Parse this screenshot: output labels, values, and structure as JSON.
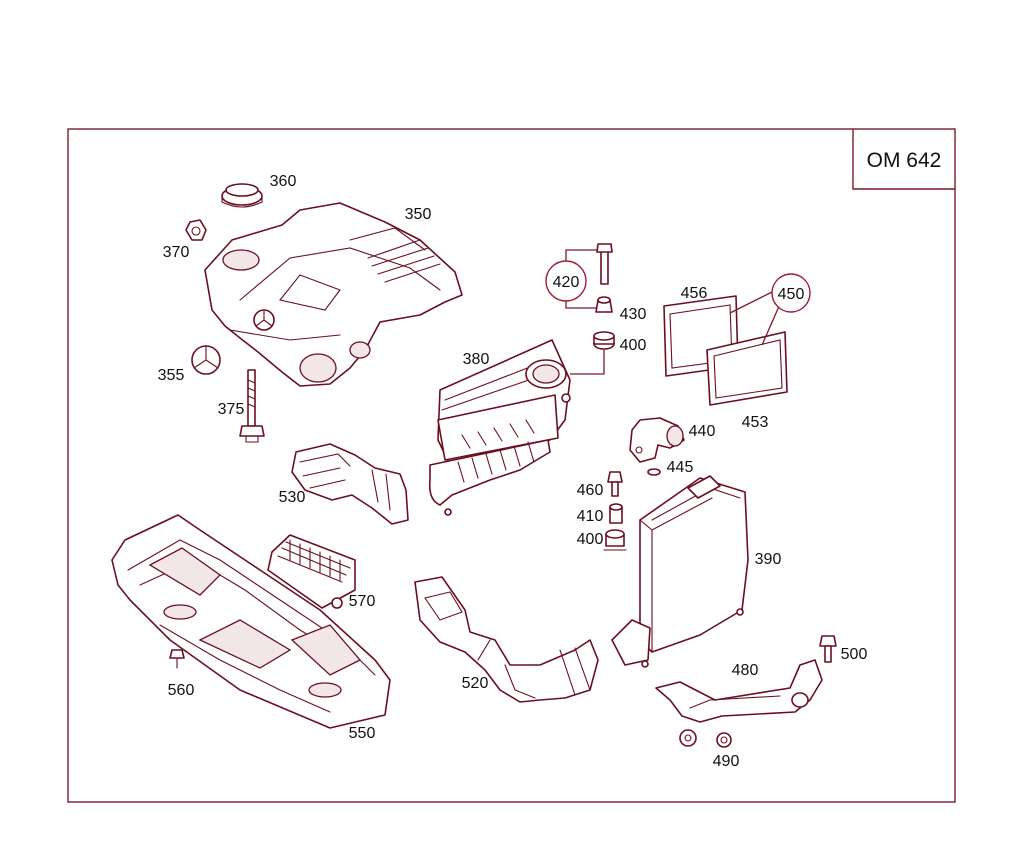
{
  "engine_code": "OM 642",
  "callouts": {
    "p350": "350",
    "p355": "355",
    "p360": "360",
    "p370": "370",
    "p375": "375",
    "p380": "380",
    "p390": "390",
    "p400a": "400",
    "p400b": "400",
    "p410": "410",
    "p420": "420",
    "p430": "430",
    "p440": "440",
    "p445": "445",
    "p450": "450",
    "p453": "453",
    "p456": "456",
    "p460": "460",
    "p480": "480",
    "p490": "490",
    "p500": "500",
    "p520": "520",
    "p530": "530",
    "p550": "550",
    "p560": "560",
    "p570": "570"
  }
}
